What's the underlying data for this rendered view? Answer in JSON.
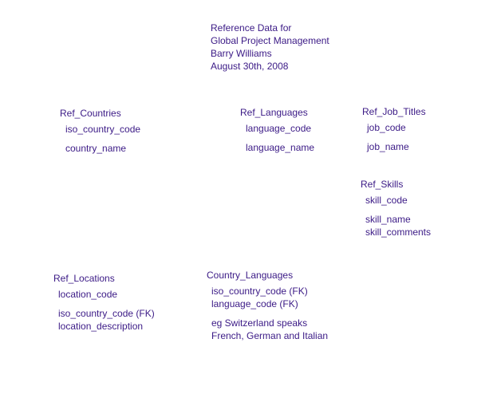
{
  "header": {
    "lines": [
      "Reference Data for",
      "Global Project Management",
      "Barry Williams",
      "August 30th, 2008"
    ]
  },
  "entities": {
    "ref_countries": {
      "name": "Ref_Countries",
      "fields": [
        "iso_country_code",
        "country_name"
      ]
    },
    "ref_languages": {
      "name": "Ref_Languages",
      "fields": [
        "language_code",
        "language_name"
      ]
    },
    "ref_job_titles": {
      "name": "Ref_Job_Titles",
      "fields": [
        "job_code",
        "job_name"
      ]
    },
    "ref_skills": {
      "name": "Ref_Skills",
      "fields": [
        "skill_code",
        "skill_name",
        "skill_comments"
      ]
    },
    "ref_locations": {
      "name": "Ref_Locations",
      "fields": [
        "location_code",
        "iso_country_code (FK)",
        "location_description"
      ]
    },
    "country_languages": {
      "name": "Country_Languages",
      "fields": [
        "iso_country_code (FK)",
        "language_code (FK)"
      ],
      "notes": [
        "eg Switzerland speaks",
        "French, German and Italian"
      ]
    }
  },
  "colors": {
    "text": "#3b1a86",
    "background": "#ffffff"
  }
}
